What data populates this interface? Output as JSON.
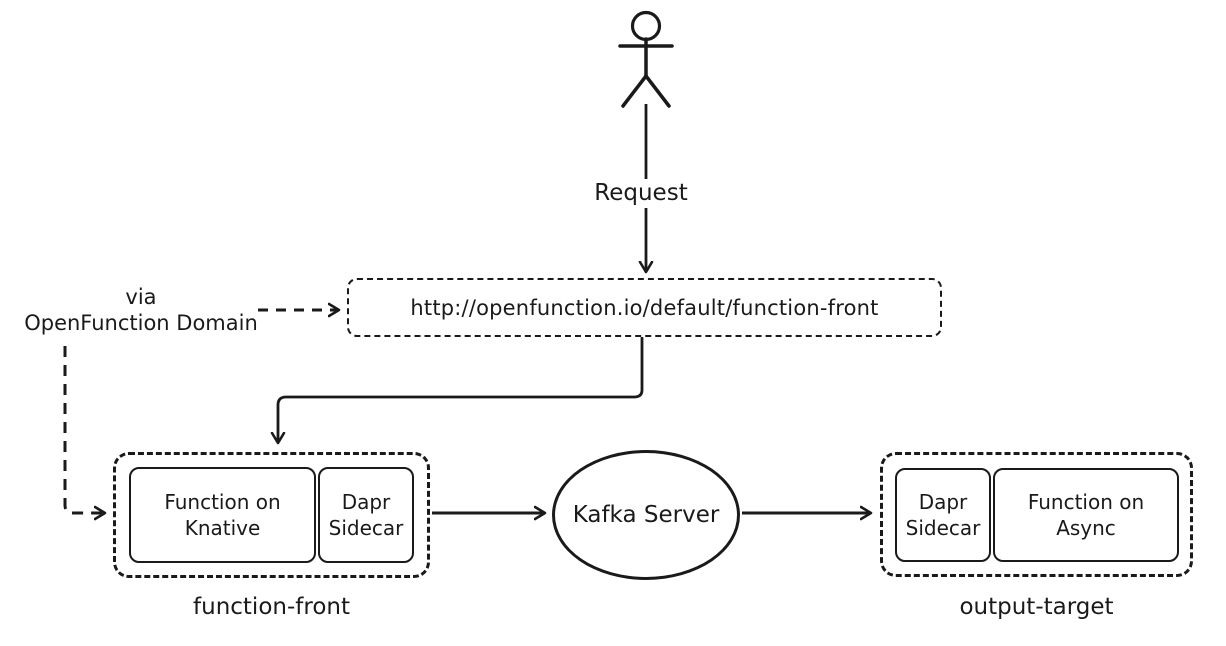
{
  "diagram": {
    "ink_color": "#1a1a1a",
    "background_color": "#ffffff",
    "actor": {
      "icon": "person-icon",
      "request_label": "Request"
    },
    "endpoint": {
      "url": "http://openfunction.io/default/function-front"
    },
    "via": {
      "line1": "via",
      "line2": "OpenFunction Domain"
    },
    "function_front": {
      "components": [
        {
          "label": "Function on Knative"
        },
        {
          "label": "Dapr Sidecar"
        }
      ],
      "caption": "function-front"
    },
    "kafka": {
      "label": "Kafka Server"
    },
    "output_target": {
      "components": [
        {
          "label": "Dapr Sidecar"
        },
        {
          "label": "Function on Async"
        }
      ],
      "caption": "output-target"
    }
  }
}
